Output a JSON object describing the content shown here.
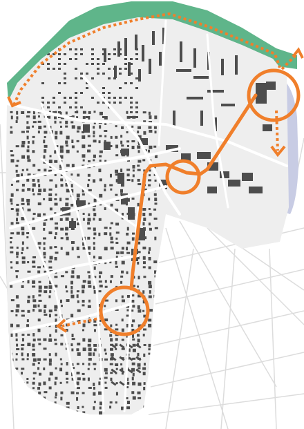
{
  "map": {
    "colors": {
      "background": "#ffffff",
      "land": "#eeeeee",
      "street": "#ffffff",
      "building": "#4d4d4d",
      "park": "#5fb58a",
      "water": "#c8cce4",
      "route": "#f07f2b"
    },
    "features": [
      {
        "name": "green-belt-park",
        "kind": "park"
      },
      {
        "name": "lake-water",
        "kind": "water"
      },
      {
        "name": "main-route-line",
        "kind": "route"
      },
      {
        "name": "node-circle-northeast",
        "kind": "node"
      },
      {
        "name": "node-circle-center",
        "kind": "node"
      },
      {
        "name": "node-circle-south",
        "kind": "node"
      },
      {
        "name": "dashed-route-park-loop",
        "kind": "dashed-route"
      },
      {
        "name": "dashed-route-to-lake",
        "kind": "dashed-route"
      },
      {
        "name": "dashed-route-west",
        "kind": "dashed-route"
      }
    ],
    "icons": [
      "arrow-head-icon"
    ]
  }
}
